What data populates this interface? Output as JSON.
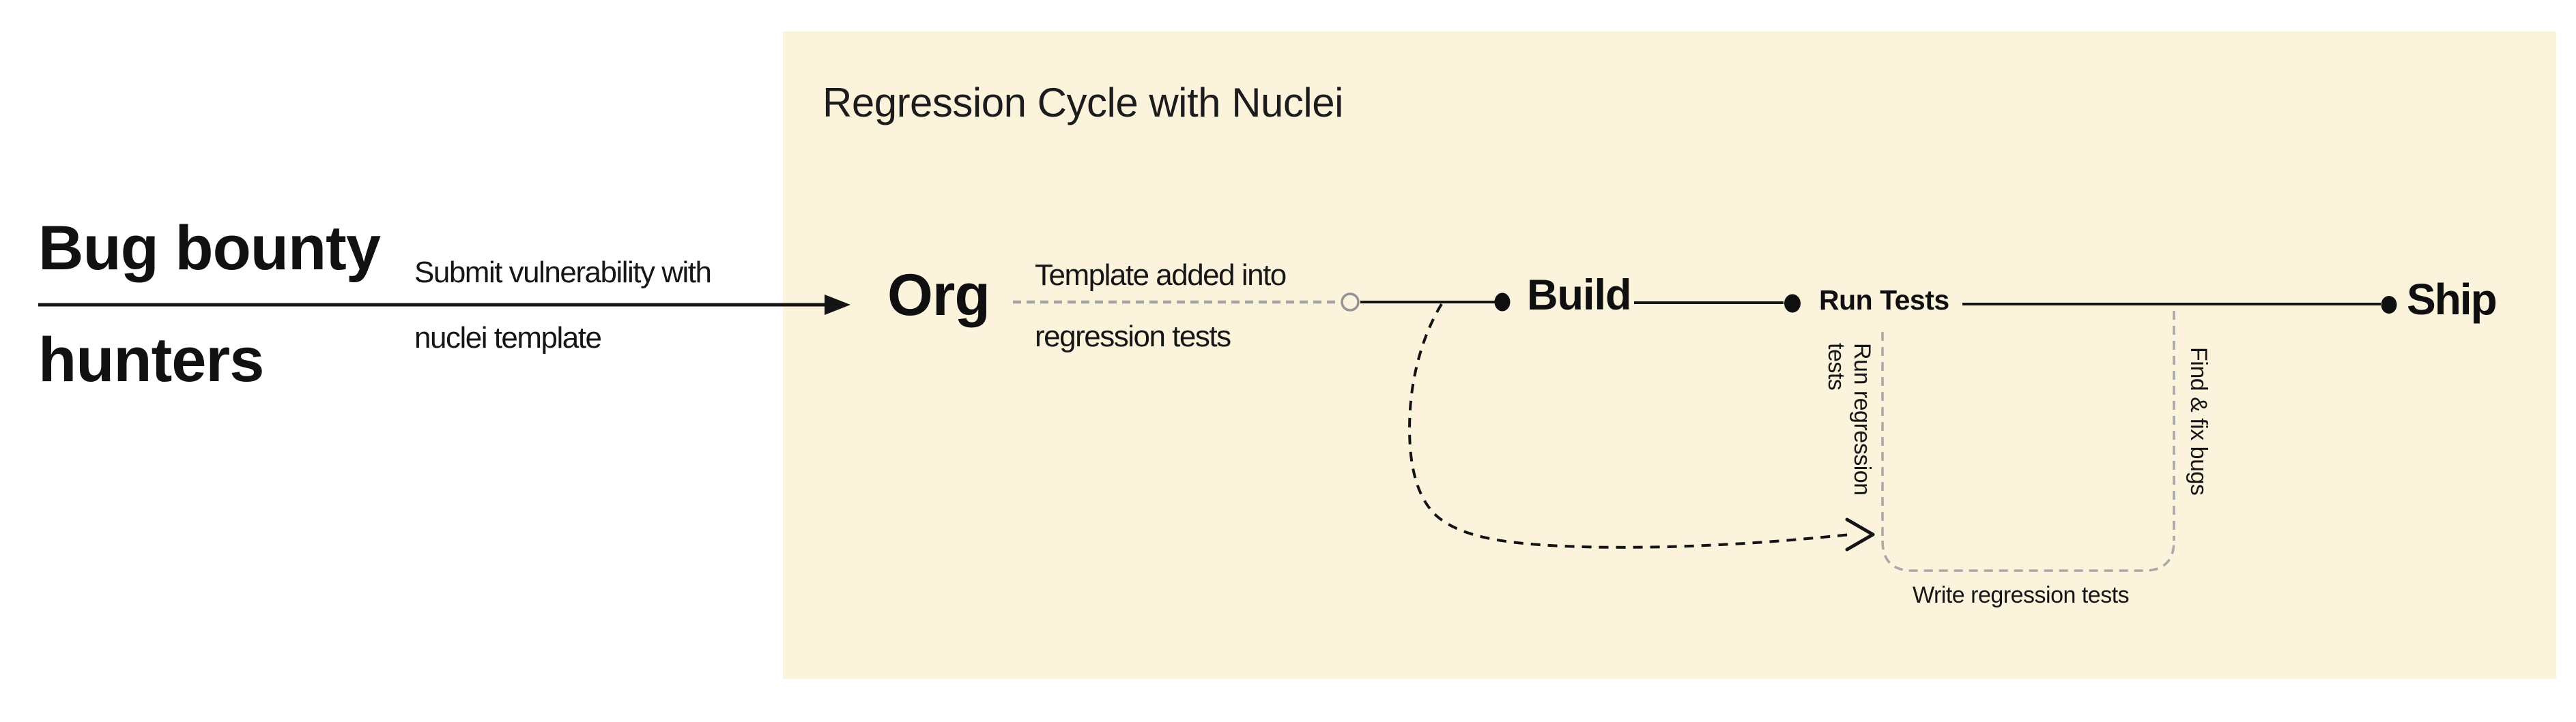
{
  "colors": {
    "canvas": "#FFFFFF",
    "panel_background": "#FCF3DC",
    "ink": "#1A1A1A",
    "line": "#141414",
    "muted_gray": "#A3A3A3"
  },
  "left_panel": {
    "actor_line1": "Bug bounty",
    "actor_line2": "hunters",
    "arrow_label_line1": "Submit vulnerability with",
    "arrow_label_line2": "nuclei template"
  },
  "cycle_panel": {
    "title": "Regression Cycle with Nuclei",
    "nodes": {
      "org": "Org",
      "build": "Build",
      "run_tests": "Run Tests",
      "ship": "Ship"
    },
    "labels": {
      "template_line1": "Template added into",
      "template_line2": "regression tests",
      "loop_line1": "Run regression",
      "loop_line2": "tests",
      "find_fix": "Find & fix bugs",
      "write_tests": "Write regression tests"
    }
  }
}
